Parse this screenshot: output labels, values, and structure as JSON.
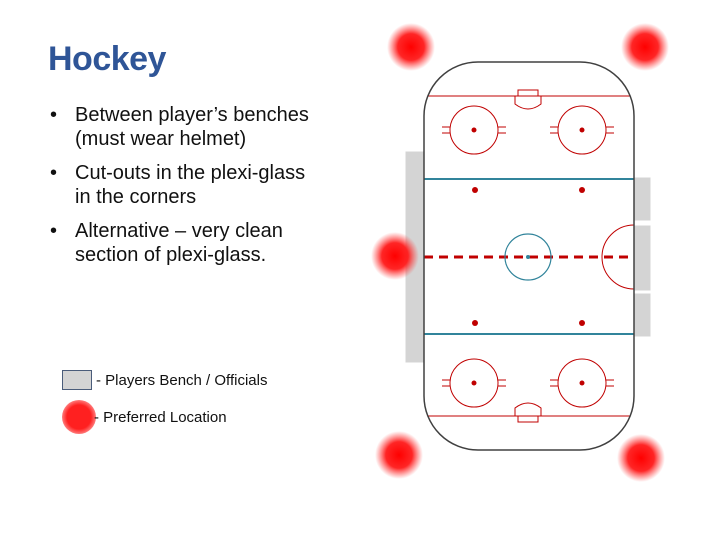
{
  "slide": {
    "title": "Hockey",
    "bullets": [
      "Between player’s benches (must wear helmet)",
      "Cut-outs in the plexi-glass in the corners",
      "Alternative – very clean section of plexi-glass."
    ]
  },
  "legend": {
    "bench_label": "- Players Bench / Officials",
    "location_label": "- Preferred Location"
  },
  "colors": {
    "title": "#2f5597",
    "bench": "#d4d4d4",
    "preferred_location": "#ff2020",
    "red_line": "#c00000",
    "blue_line": "#31849b",
    "rink_border": "#404040"
  }
}
